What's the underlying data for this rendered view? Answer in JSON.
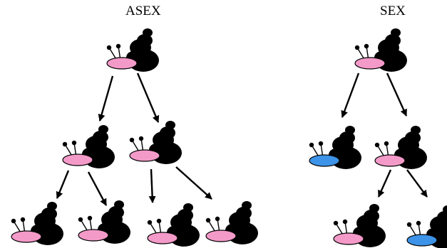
{
  "labels": {
    "left": "ASEX",
    "right": "SEX"
  },
  "colors": {
    "shell": "#000000",
    "pink_body": "#f49ac9",
    "blue_body": "#3d93e8",
    "arrow": "#000000",
    "background": "#ffffff"
  },
  "panels": [
    {
      "key": "asex",
      "snails": [
        {
          "id": "a-root",
          "body": "pink"
        },
        {
          "id": "a-mid-left",
          "body": "pink"
        },
        {
          "id": "a-mid-right",
          "body": "pink"
        },
        {
          "id": "a-leaf-1",
          "body": "pink"
        },
        {
          "id": "a-leaf-2",
          "body": "pink"
        },
        {
          "id": "a-leaf-3",
          "body": "pink"
        },
        {
          "id": "a-leaf-4",
          "body": "pink"
        }
      ],
      "edges": [
        [
          "a-root",
          "a-mid-left"
        ],
        [
          "a-root",
          "a-mid-right"
        ],
        [
          "a-mid-left",
          "a-leaf-1"
        ],
        [
          "a-mid-left",
          "a-leaf-2"
        ],
        [
          "a-mid-right",
          "a-leaf-3"
        ],
        [
          "a-mid-right",
          "a-leaf-4"
        ]
      ]
    },
    {
      "key": "sex",
      "snails": [
        {
          "id": "s-root",
          "body": "pink"
        },
        {
          "id": "s-mid-left",
          "body": "blue"
        },
        {
          "id": "s-mid-right",
          "body": "pink"
        },
        {
          "id": "s-leaf-1",
          "body": "pink"
        },
        {
          "id": "s-leaf-2",
          "body": "blue"
        }
      ],
      "edges": [
        [
          "s-root",
          "s-mid-left"
        ],
        [
          "s-root",
          "s-mid-right"
        ],
        [
          "s-mid-right",
          "s-leaf-1"
        ],
        [
          "s-mid-right",
          "s-leaf-2"
        ]
      ]
    }
  ]
}
